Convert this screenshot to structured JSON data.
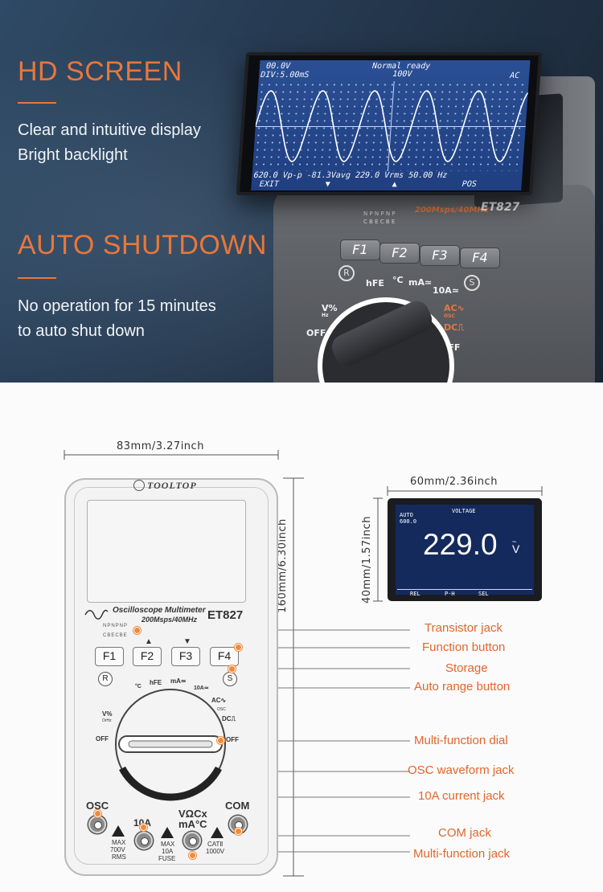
{
  "banner": {
    "heading1": "HD SCREEN",
    "text1_line1": "Clear and intuitive display",
    "text1_line2": "Bright backlight",
    "heading2": "AUTO SHUTDOWN",
    "text2_line1": "No operation for 15 minutes",
    "text2_line2": "to auto shut down",
    "accent_color": "#e8773a",
    "lcd": {
      "top_left": "00.0V",
      "top_left2": "DIV:5.00mS",
      "status": "Normal ready",
      "range": "100V",
      "coupling": "AC",
      "bottom_readout": "620.0 Vp-p  -81.3Vavg  229.0 Vrms 50.00 Hz",
      "soft_exit": "EXIT",
      "soft_pos": "POS",
      "arrow_down": "▼",
      "arrow_up": "▲"
    },
    "device": {
      "model": "ET827",
      "spec": "200Msps/40MHz",
      "pins": "N P N P N P",
      "pins2": "C B E C B E",
      "f_keys": [
        "F1",
        "F2",
        "F3",
        "F4"
      ],
      "r_key": "R",
      "s_key": "S",
      "hfe": "hFE",
      "degc": "°C",
      "ma": "mA≃",
      "tena": "10A≃",
      "vpct": "V%",
      "hz": "Hz",
      "off_left": "OFF",
      "off_right": "OFF",
      "ac": "AC∿",
      "osc": "OSC",
      "dc": "DC⎍"
    }
  },
  "diagram": {
    "width_label": "83mm/3.27inch",
    "height_label": "160mm/6.30inch",
    "display_width_label": "60mm/2.36inch",
    "display_height_label": "40mm/1.57inch",
    "device": {
      "brand": "TOOLTOP",
      "subtitle": "Oscilloscope Multimeter",
      "spec": "200Msps/40MHz",
      "model": "ET827",
      "pins": "NPNPNP",
      "pins2": "CBECBE",
      "f_keys": [
        "F1",
        "F2",
        "F3",
        "F4"
      ],
      "up_arrow": "▲",
      "down_arrow": "▼",
      "r_key": "R",
      "s_key": "S",
      "degc": "°C",
      "hfe": "hFE",
      "ma": "mA≃",
      "tena": "10A≃",
      "ac": "AC∿",
      "osc_small": "OSC",
      "dc": "DC⎍",
      "vpct": "V%",
      "hz": "OrHz",
      "off_left": "OFF",
      "off_right": "OFF",
      "osc_label": "OSC",
      "tena_label": "10A",
      "vohm_label": "VΩCx",
      "ma_label": "mA°C",
      "com_label": "COM",
      "max700": "MAX",
      "max700b": "700V",
      "max700c": "RMS",
      "max10": "MAX",
      "max10b": "10A",
      "max10c": "FUSE",
      "cat": "CATⅡ",
      "cat_b": "1000V"
    },
    "display": {
      "auto": "AUTO",
      "range": "600.0",
      "mode": "VOLTAGE",
      "value": "229.0",
      "unit": "V",
      "softkeys": [
        "REL",
        "P-H",
        "SEL"
      ]
    },
    "callouts": [
      "Transistor jack",
      "Function button",
      "Storage",
      "Auto range button",
      "Multi-function dial",
      "OSC waveform jack",
      "10A current jack",
      "COM jack",
      "Multi-function jack"
    ],
    "callout_color": "#e0672c"
  }
}
